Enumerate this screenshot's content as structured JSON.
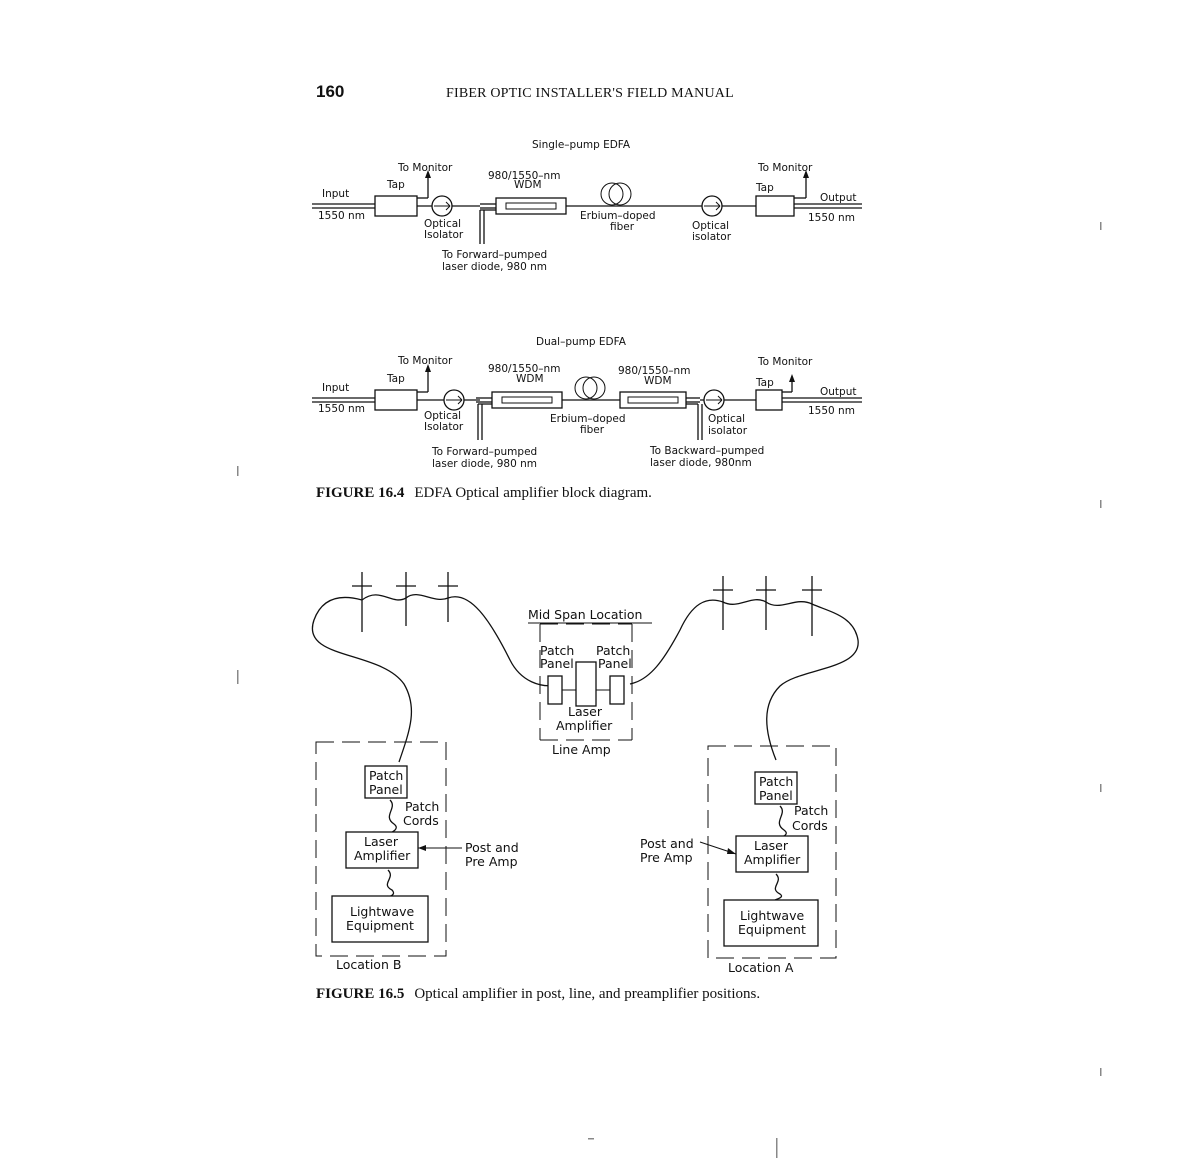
{
  "header": {
    "page_number": "160",
    "running_head": "FIBER OPTIC INSTALLER'S FIELD MANUAL"
  },
  "fig164": {
    "single": {
      "title": "Single–pump EDFA",
      "to_monitor_left": "To Monitor",
      "tap_left": "Tap",
      "input": "Input",
      "input_wl": "1550 nm",
      "wdm_top": "980/1550–nm",
      "wdm": "WDM",
      "optical_left": "Optical",
      "isolator_left": "Isolator",
      "erbium": "Erbium–doped",
      "fiber": "fiber",
      "optical_right": "Optical",
      "isolator_right": "isolator",
      "to_monitor_right": "To Monitor",
      "tap_right": "Tap",
      "output": "Output",
      "output_wl": "1550 nm",
      "fwd_1": "To Forward–pumped",
      "fwd_2": "laser diode, 980 nm"
    },
    "dual": {
      "title": "Dual–pump EDFA",
      "to_monitor_left": "To Monitor",
      "tap_left": "Tap",
      "input": "Input",
      "input_wl": "1550 nm",
      "wdm1_top": "980/1550–nm",
      "wdm1": "WDM",
      "wdm2_top": "980/1550–nm",
      "wdm2": "WDM",
      "optical_left": "Optical",
      "isolator_left": "Isolator",
      "erbium": "Erbium–doped",
      "fiber": "fiber",
      "optical_right": "Optical",
      "isolator_right": "isolator",
      "to_monitor_right": "To Monitor",
      "tap_right": "Tap",
      "output": "Output",
      "output_wl": "1550 nm",
      "fwd_1": "To Forward–pumped",
      "fwd_2": "laser diode, 980 nm",
      "bwd_1": "To Backward–pumped",
      "bwd_2": "laser diode, 980nm"
    },
    "caption_label": "FIGURE 16.4",
    "caption_text": "EDFA Optical amplifier block diagram."
  },
  "fig165": {
    "mid_span": "Mid Span Location",
    "patch_mid_l1": "Patch",
    "patch_mid_l2": "Panel",
    "patch_mid_r1": "Patch",
    "patch_mid_r2": "Panel",
    "laser_mid_1": "Laser",
    "laser_mid_2": "Amplifier",
    "line_amp": "Line Amp",
    "b_patch_1": "Patch",
    "b_patch_2": "Panel",
    "b_cords_1": "Patch",
    "b_cords_2": "Cords",
    "b_laser_1": "Laser",
    "b_laser_2": "Amplifier",
    "b_post_1": "Post and",
    "b_post_2": "Pre Amp",
    "b_light_1": "Lightwave",
    "b_light_2": "Equipment",
    "b_location": "Location B",
    "a_patch_1": "Patch",
    "a_patch_2": "Panel",
    "a_cords_1": "Patch",
    "a_cords_2": "Cords",
    "a_laser_1": "Laser",
    "a_laser_2": "Amplifier",
    "a_post_1": "Post and",
    "a_post_2": "Pre Amp",
    "a_light_1": "Lightwave",
    "a_light_2": "Equipment",
    "a_location": "Location A",
    "caption_label": "FIGURE 16.5",
    "caption_text": "Optical amplifier in post, line, and preamplifier positions."
  }
}
